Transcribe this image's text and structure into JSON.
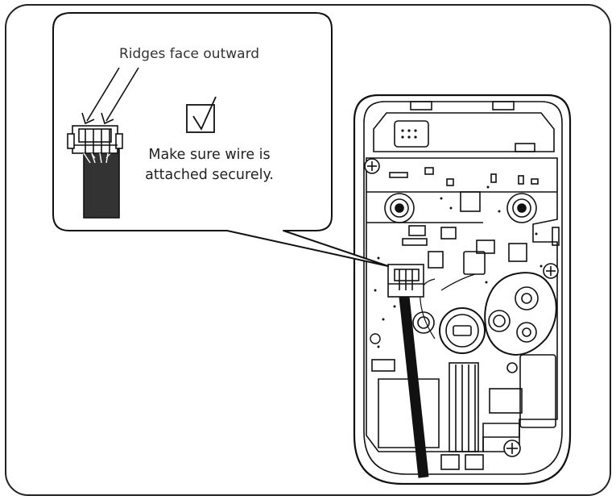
{
  "callout": {
    "ridges_label": "Ridges face outward",
    "instruction_line1": "Make sure wire is",
    "instruction_line2": "attached securely."
  },
  "icons": {
    "checkbox": "check-box-icon",
    "screw": "phillips-screw-icon",
    "connector": "wire-connector-icon"
  },
  "colors": {
    "line": "#111111",
    "background": "#ffffff",
    "label": "#333333"
  }
}
